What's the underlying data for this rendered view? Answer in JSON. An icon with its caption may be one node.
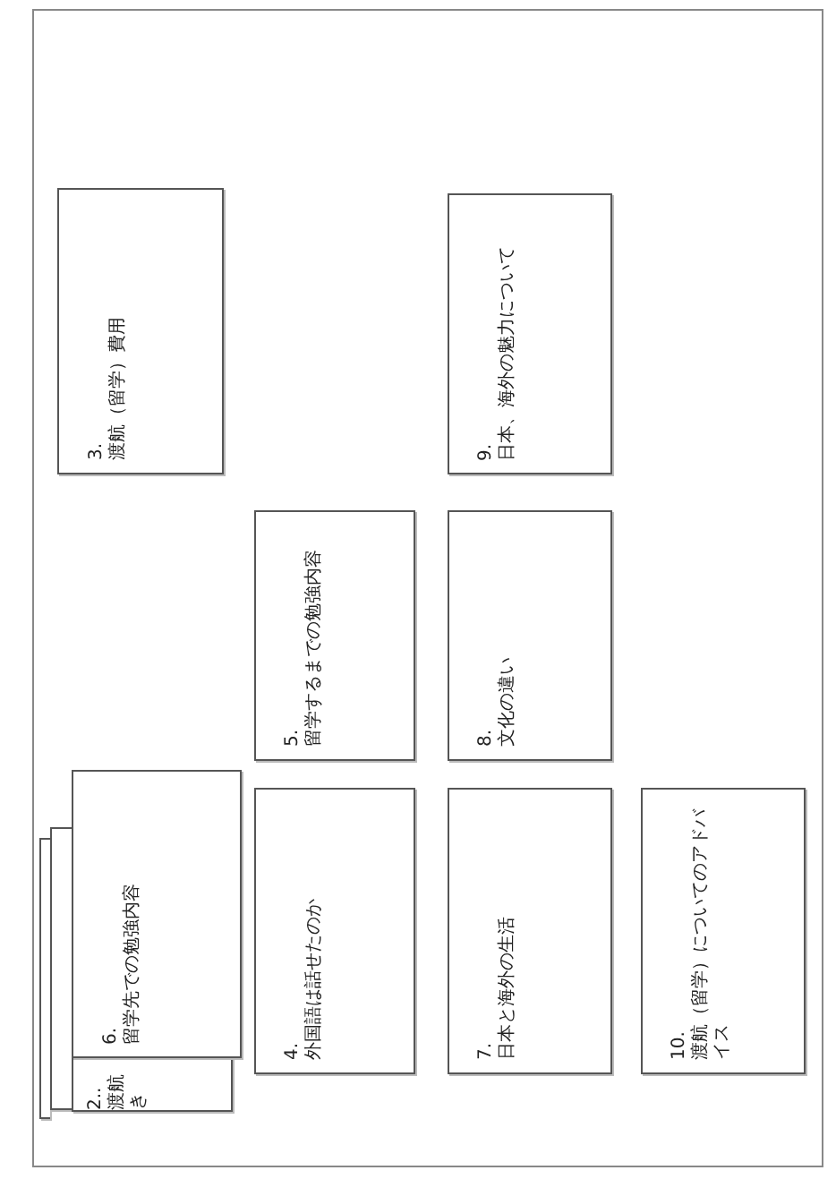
{
  "diagram": {
    "nodes": [
      {
        "text": [
          "3.",
          "渡航（留学）費用"
        ]
      },
      {
        "text": [
          "9.",
          "日本、海外の魅力について"
        ]
      },
      {
        "text": [
          "5.",
          "留学するまでの勉強内容"
        ]
      },
      {
        "text": [
          "8.",
          "文化の違い"
        ]
      },
      {
        "text": [],
        "shape": "box"
      },
      {
        "text": [],
        "shape": "box"
      },
      {
        "text": [
          "2..",
          "渡航き"
        ]
      },
      {
        "text": [
          "6.",
          "留学先での勉強内容"
        ]
      },
      {
        "text": [
          "4.",
          "外国語は話せたのか"
        ]
      },
      {
        "text": [
          "7.",
          "日本と海外の生活"
        ]
      },
      {
        "text": [
          "10.",
          "渡航（留学）についてのアドバイス"
        ]
      }
    ]
  }
}
